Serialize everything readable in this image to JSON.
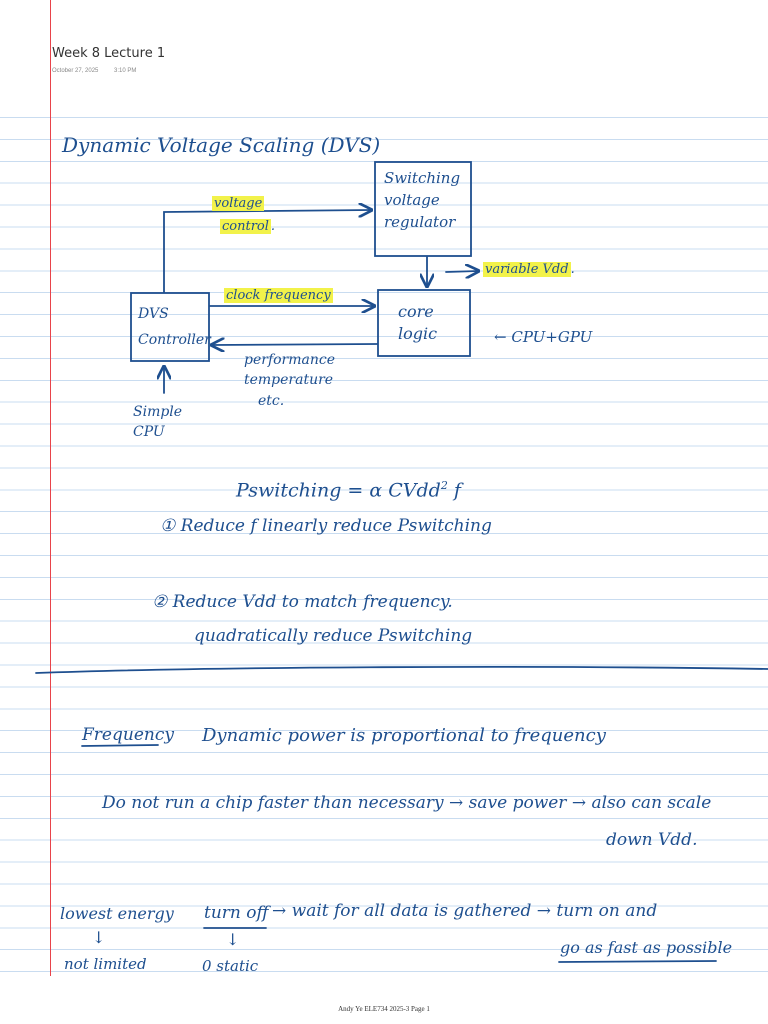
{
  "header": {
    "title": "Week 8 Lecture 1",
    "date": "October 27, 2025",
    "time": "3:10 PM"
  },
  "notes": {
    "heading": "Dynamic Voltage Scaling (DVS)",
    "diagram": {
      "regulator_lines": [
        "Switching",
        "voltage",
        "regulator"
      ],
      "controller_lines": [
        "DVS",
        "Controller"
      ],
      "core_lines": [
        "core",
        "logic"
      ],
      "voltage_control_lines": [
        "voltage",
        "control"
      ],
      "voltage_control_dot": ".",
      "variable_vdd": "variable Vdd",
      "variable_vdd_dot": ".",
      "clock_frequency": "clock frequency",
      "feedback_lines": [
        "performance",
        "temperature",
        "etc."
      ],
      "cpu_gpu": "← CPU+GPU",
      "simple_cpu_lines": [
        "Simple",
        "CPU"
      ]
    },
    "formula_prefix": "Pswitching = α CVdd",
    "formula_exponent": "2",
    "formula_suffix": "f",
    "point1_marker": "①",
    "point1_text": "Reduce f linearly reduce Pswitching",
    "point2_marker": "②",
    "point2_line1": "Reduce Vdd to match frequency.",
    "point2_line2": "quadratically reduce Pswitching",
    "frequency_label": "Frequency",
    "frequency_text": "Dynamic power is proportional to frequency",
    "advice_line1": "Do not run a chip faster than necessary → save power → also can scale",
    "advice_line2": "down Vdd.",
    "lowest_energy": "lowest energy",
    "turn_off": "turn off",
    "turn_off_sequence": "→ wait for all data is gathered → turn on and",
    "go_fast": "go as fast as possible",
    "down_arrow": "↓",
    "not_limited": "not limited",
    "zero_static": "0 static"
  },
  "footer": "Andy Ye ELE734 2025-3 Page 1",
  "colors": {
    "ink": "#1e4f8f",
    "highlight": "#f2f24a",
    "rule": "#c9dcf0",
    "margin": "#e8434a"
  }
}
